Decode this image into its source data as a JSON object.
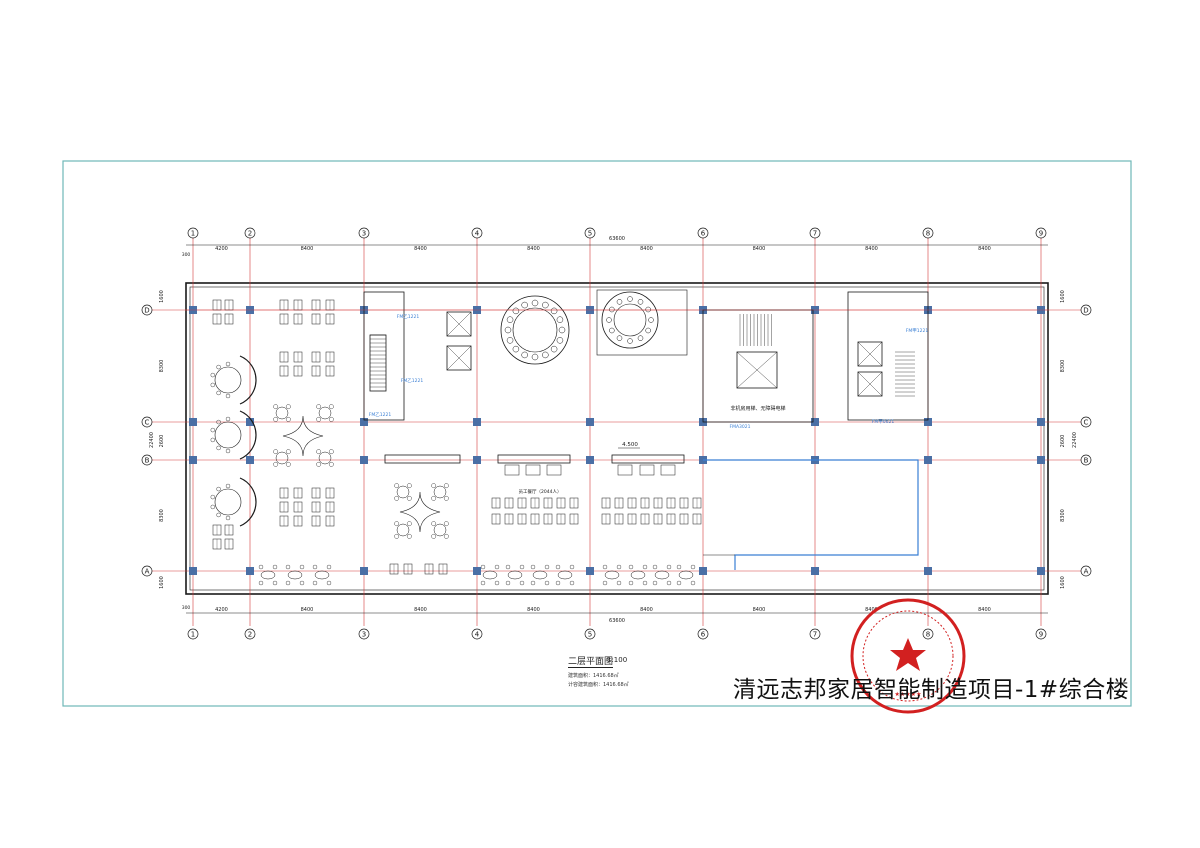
{
  "drawing": {
    "project_title": "清远志邦家居智能制造项目-1#综合楼",
    "plan_title": "二层平面图",
    "plan_scale": "1:100",
    "area_lines": [
      "建筑面积：1416.68㎡",
      "计容建筑面积：1416.68㎡"
    ]
  },
  "grid": {
    "column_axes": [
      "1",
      "2",
      "3",
      "4",
      "5",
      "6",
      "7",
      "8",
      "9"
    ],
    "row_axes": [
      "A",
      "B",
      "C",
      "D"
    ],
    "top_dims": [
      "4200",
      "8400",
      "8400",
      "8400",
      "8400",
      "8400",
      "8400",
      "8400"
    ],
    "bottom_dims": [
      "4200",
      "8400",
      "8400",
      "8400",
      "8400",
      "8400",
      "8400",
      "8400"
    ],
    "overall_dim": "63600",
    "left_dims": [
      "1600",
      "8300",
      "2600",
      "8300",
      "1600"
    ],
    "right_dims": [
      "1600",
      "8300",
      "2600",
      "8300",
      "1600"
    ],
    "left_total": "22400",
    "right_total": "22400",
    "edge_dim": "300"
  },
  "labels": {
    "elev_level": "4.500",
    "stair_note": "非机房用梯、无障碍电梯",
    "door_1": "FM乙1221",
    "door_2": "FM乙1221",
    "door_3": "FM甲1221",
    "door_4": "FM乙1221",
    "door_5": "FM甲0621",
    "door_6": "FMA3021",
    "room_hall": "员工餐厅（2044人）"
  },
  "colors": {
    "line": "#1a1a1a",
    "axis": "#d63a3a",
    "frame": "#6fb8b8",
    "column": "#4a6fa5",
    "door": "#3a7fd4",
    "stamp": "#d22020"
  }
}
